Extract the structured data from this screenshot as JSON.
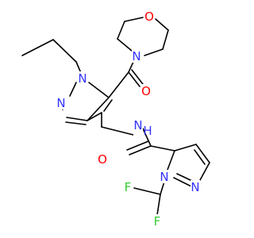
{
  "molecule": {
    "atoms": {
      "n1": {
        "text": "N",
        "color": "#3333ff"
      },
      "n2": {
        "text": "N",
        "color": "#3333ff"
      },
      "o_morph": {
        "text": "O",
        "color": "#ff0000"
      },
      "n_morph": {
        "text": "N",
        "color": "#3333ff"
      },
      "o_carbonyl1": {
        "text": "O",
        "color": "#ff0000"
      },
      "nh": {
        "text": "N",
        "color": "#3333ff"
      },
      "h_nh": {
        "text": "H",
        "color": "#3333ff"
      },
      "o_amide": {
        "text": "O",
        "color": "#ff0000"
      },
      "n3": {
        "text": "N",
        "color": "#3333ff"
      },
      "n4": {
        "text": "N",
        "color": "#3333ff"
      },
      "f1": {
        "text": "F",
        "color": "#33cc33"
      },
      "f2": {
        "text": "F",
        "color": "#33cc33"
      }
    },
    "bond_color": "#000000"
  }
}
